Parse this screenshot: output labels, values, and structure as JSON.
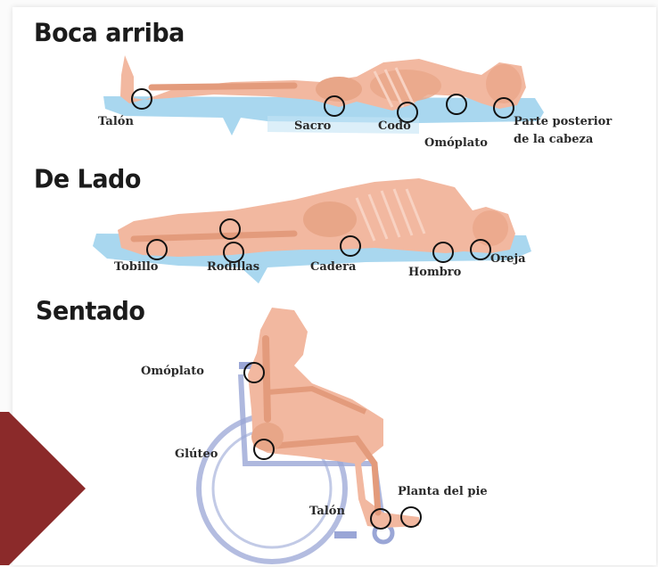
{
  "sections": {
    "supine": {
      "title": "Boca arriba",
      "labels": {
        "heel": "Talón",
        "sacrum": "Sacro",
        "elbow": "Codo",
        "scapula": "Omóplato",
        "back_head_line1": "Parte posterior",
        "back_head_line2": "de la cabeza"
      }
    },
    "lateral": {
      "title": "De Lado",
      "labels": {
        "ankle": "Tobillo",
        "knees": "Rodillas",
        "hip": "Cadera",
        "shoulder": "Hombro",
        "ear": "Oreja"
      }
    },
    "seated": {
      "title": "Sentado",
      "labels": {
        "scapula": "Omóplato",
        "buttock": "Glúteo",
        "sole": "Planta del  pie",
        "heel": "Talón"
      }
    }
  },
  "colors": {
    "skin": "#f2b8a0",
    "bone": "#e8a688",
    "mattress": "#a9d7ef",
    "wheelchair": "#9aa6d6",
    "arrow": "#8b2a2a",
    "circle": "#111111"
  }
}
